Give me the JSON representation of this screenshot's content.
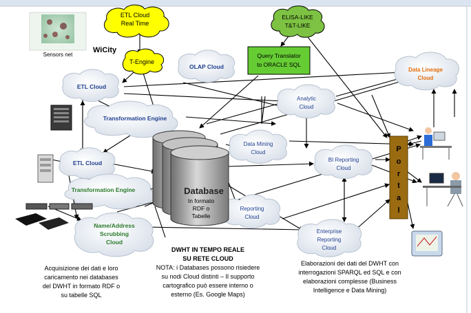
{
  "diagram": {
    "sensors_label": "Sensors net",
    "wicity_label": "WiCity",
    "etl_cloud_rt": [
      "ETL Cloud",
      "Real Time"
    ],
    "t_engine": "T-Engine",
    "elisa_like": [
      "ELISA-LIKE",
      "T&T-LIKE"
    ],
    "query_translator": [
      "Query Translator",
      "to ORACLE SQL"
    ],
    "olap_cloud": "OLAP Cloud",
    "data_lineage_cloud": [
      "Data Lineage",
      "Cloud"
    ],
    "etl_cloud_top": "ETL Cloud",
    "transformation_engine_top": "Transformation Engine",
    "analytic_cloud": [
      "Analytic",
      "Cloud"
    ],
    "data_mining_cloud": [
      "Data Mining",
      "Cloud"
    ],
    "bi_reporting_cloud": [
      "BI Reporting",
      "Cloud"
    ],
    "etl_cloud_mid": "ETL Cloud",
    "transformation_engine_mid": "Transformation Engine",
    "name_address": [
      "Name/Address",
      "Scrubbing",
      "Cloud"
    ],
    "reporting_cloud": [
      "Reporting",
      "Cloud"
    ],
    "enterprise_reporting_cloud": [
      "Enterprise",
      "Reporting",
      "Cloud"
    ],
    "database_title": "Database",
    "database_sub": [
      "In formato",
      "RDF o",
      "Tabelle"
    ],
    "portal_letters": [
      "P",
      "o",
      "r",
      "t",
      "a",
      "l"
    ]
  },
  "captions": {
    "left": [
      "Acquisizione dei dati e loro",
      "caricamento nei databases",
      "del DWHT in formato RDF o",
      "su tabelle SQL"
    ],
    "center_title": [
      "DWHT IN TEMPO REALE",
      "SU RETE CLOUD"
    ],
    "center_note": [
      "NOTA: i Databases possono risiedere",
      "su nodi Cloud distinti – Il supporto",
      "cartografico può essere interno o",
      "esterno (Es. Google Maps)"
    ],
    "right": [
      "Elaborazioni dei dati del DWHT con",
      "interrogazioni SPARQL ed SQL e con",
      "elaborazioni complesse (Business",
      "Intelligence e Data Mining)"
    ]
  },
  "colors": {
    "cloud_fill": "#e8eef6",
    "cloud_text": "#1f3f8f",
    "cloud_text_green": "#2a7a2a",
    "yellow": "#ffff00",
    "green_cloud": "#7dc242",
    "query_box": "#66cc33",
    "data_lineage_text": "#e36c0a",
    "portal": "#9a6b10",
    "database": "#9a9a9a"
  }
}
